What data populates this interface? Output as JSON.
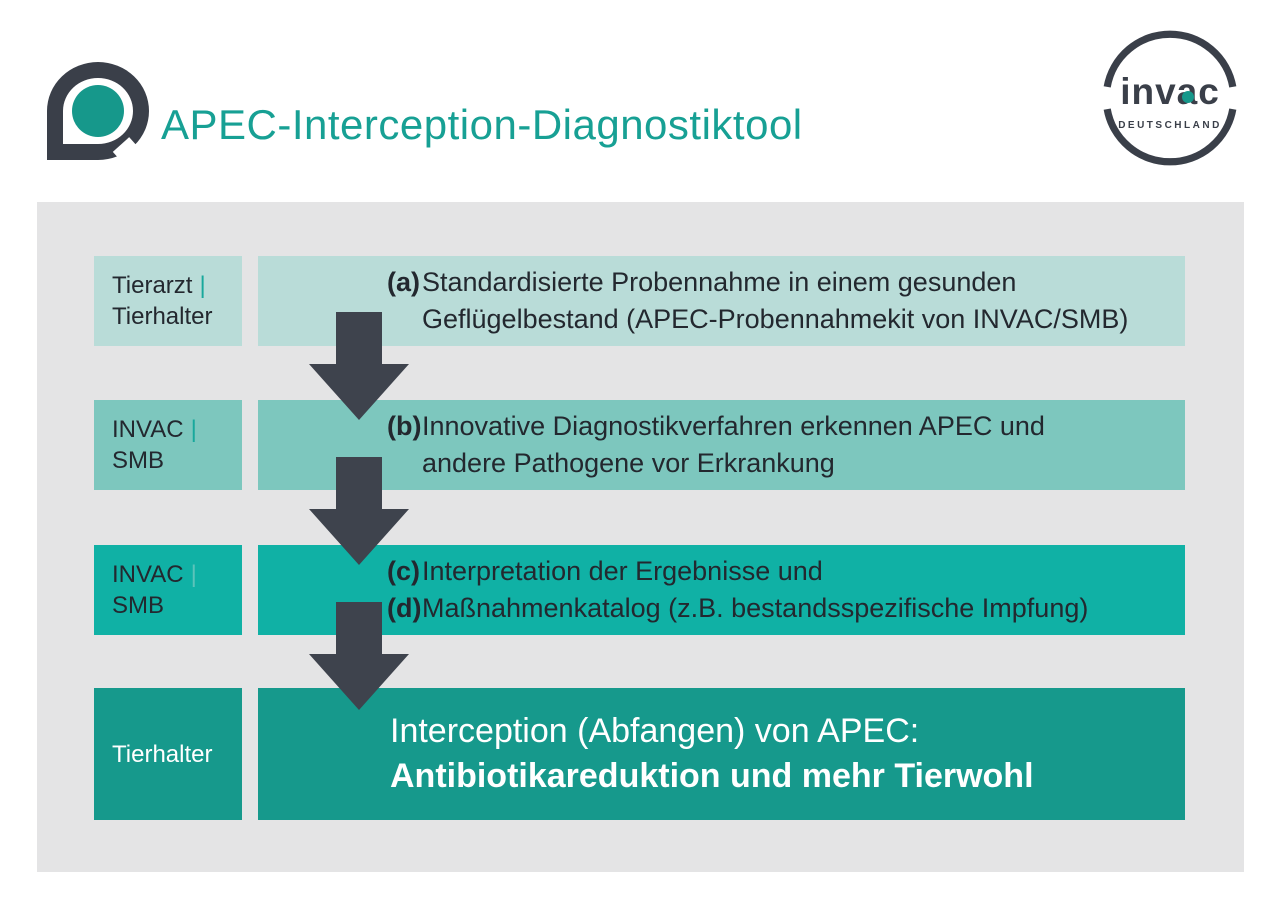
{
  "header": {
    "title": "APEC-Interception-Diagnostiktool",
    "pin_logo": "invac-pin-mark",
    "invac_badge": {
      "wordmark_pre": "inv",
      "wordmark_a": "a",
      "wordmark_post": "c",
      "subtitle": "DEUTSCHLAND"
    }
  },
  "colors": {
    "accent_teal": "#17a094",
    "charcoal": "#3a3f49",
    "arrow": "#3e434d",
    "panel_gray": "#e4e4e5",
    "row1_teal": "#b9dcd8",
    "row2_teal": "#7dc7be",
    "row3_teal": "#10b1a5",
    "row4_teal": "#16998c"
  },
  "diagram": {
    "rows": [
      {
        "actor_line1": "Tierarzt",
        "actor_sep": "|",
        "actor_line2": "Tierhalter",
        "lines": [
          {
            "marker": "(a)",
            "text": "Standardisierte Probennahme in einem gesunden"
          },
          {
            "marker": "",
            "text": "Geflügelbestand (APEC-Probennahmekit von INVAC/SMB)"
          }
        ]
      },
      {
        "actor_line1": "INVAC",
        "actor_sep": "|",
        "actor_line2": "SMB",
        "lines": [
          {
            "marker": "(b)",
            "text": "Innovative Diagnostikverfahren erkennen APEC und"
          },
          {
            "marker": "",
            "text": "andere Pathogene vor Erkrankung"
          }
        ]
      },
      {
        "actor_line1": "INVAC",
        "actor_sep": "|",
        "actor_line2": "SMB",
        "lines": [
          {
            "marker": "(c)",
            "text": "Interpretation der Ergebnisse und"
          },
          {
            "marker": "(d)",
            "text": "Maßnahmenkatalog (z.B. bestandsspezifische Impfung)"
          }
        ]
      },
      {
        "actor_line1": "Tierhalter",
        "result_line1": "Interception (Abfangen) von APEC:",
        "result_line2": "Antibiotikareduktion und mehr Tierwohl"
      }
    ]
  }
}
